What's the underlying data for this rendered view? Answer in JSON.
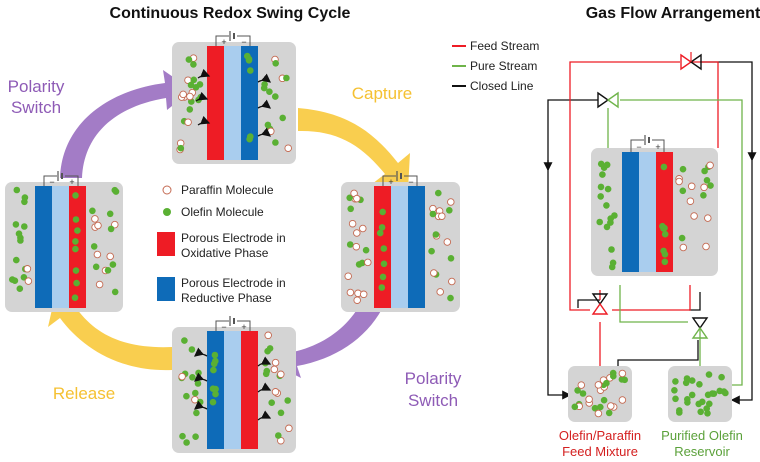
{
  "left_panel": {
    "title": "Continuous Redox Swing Cycle",
    "stage_labels": {
      "capture": "Capture",
      "polarity_switch_left_1": "Polarity",
      "polarity_switch_left_2": "Switch",
      "release": "Release",
      "polarity_switch_right_1": "Polarity",
      "polarity_switch_right_2": "Switch"
    },
    "legend": {
      "paraffin": "Paraffin Molecule",
      "olefin": "Olefin Molecule",
      "oxidative_1": "Porous Electrode in",
      "oxidative_2": "Oxidative Phase",
      "reductive_1": "Porous Electrode in",
      "reductive_2": "Reductive Phase"
    },
    "battery_signs": {
      "plus": "+",
      "minus": "−"
    }
  },
  "right_panel": {
    "title": "Gas Flow Arrangement",
    "legend": {
      "feed": "Feed Stream",
      "pure": "Pure Stream",
      "closed": "Closed Line"
    },
    "reservoir_feed_1": "Olefin/Paraffin",
    "reservoir_feed_2": "Feed Mixture",
    "reservoir_pure_1": "Purified Olefin",
    "reservoir_pure_2": "Reservoir"
  },
  "colors": {
    "oxidative": "#ee1c25",
    "reductive": "#0e6bb8",
    "membrane": "#a9cdee",
    "chamber": "#d4d4d4",
    "olefin": "#5ab033",
    "paraffin_stroke": "#c46a52",
    "capture_arrow": "#f9ce4f",
    "switch_arrow": "#a37cc6",
    "feed_line": "#ee1c25",
    "pure_line": "#6fb44a",
    "closed_line": "#111111",
    "title_text": "#111111",
    "switch_text": "#8e5bb6",
    "capture_text": "#f5c132",
    "feed_text": "#d42020",
    "pure_text": "#5ba13a"
  }
}
